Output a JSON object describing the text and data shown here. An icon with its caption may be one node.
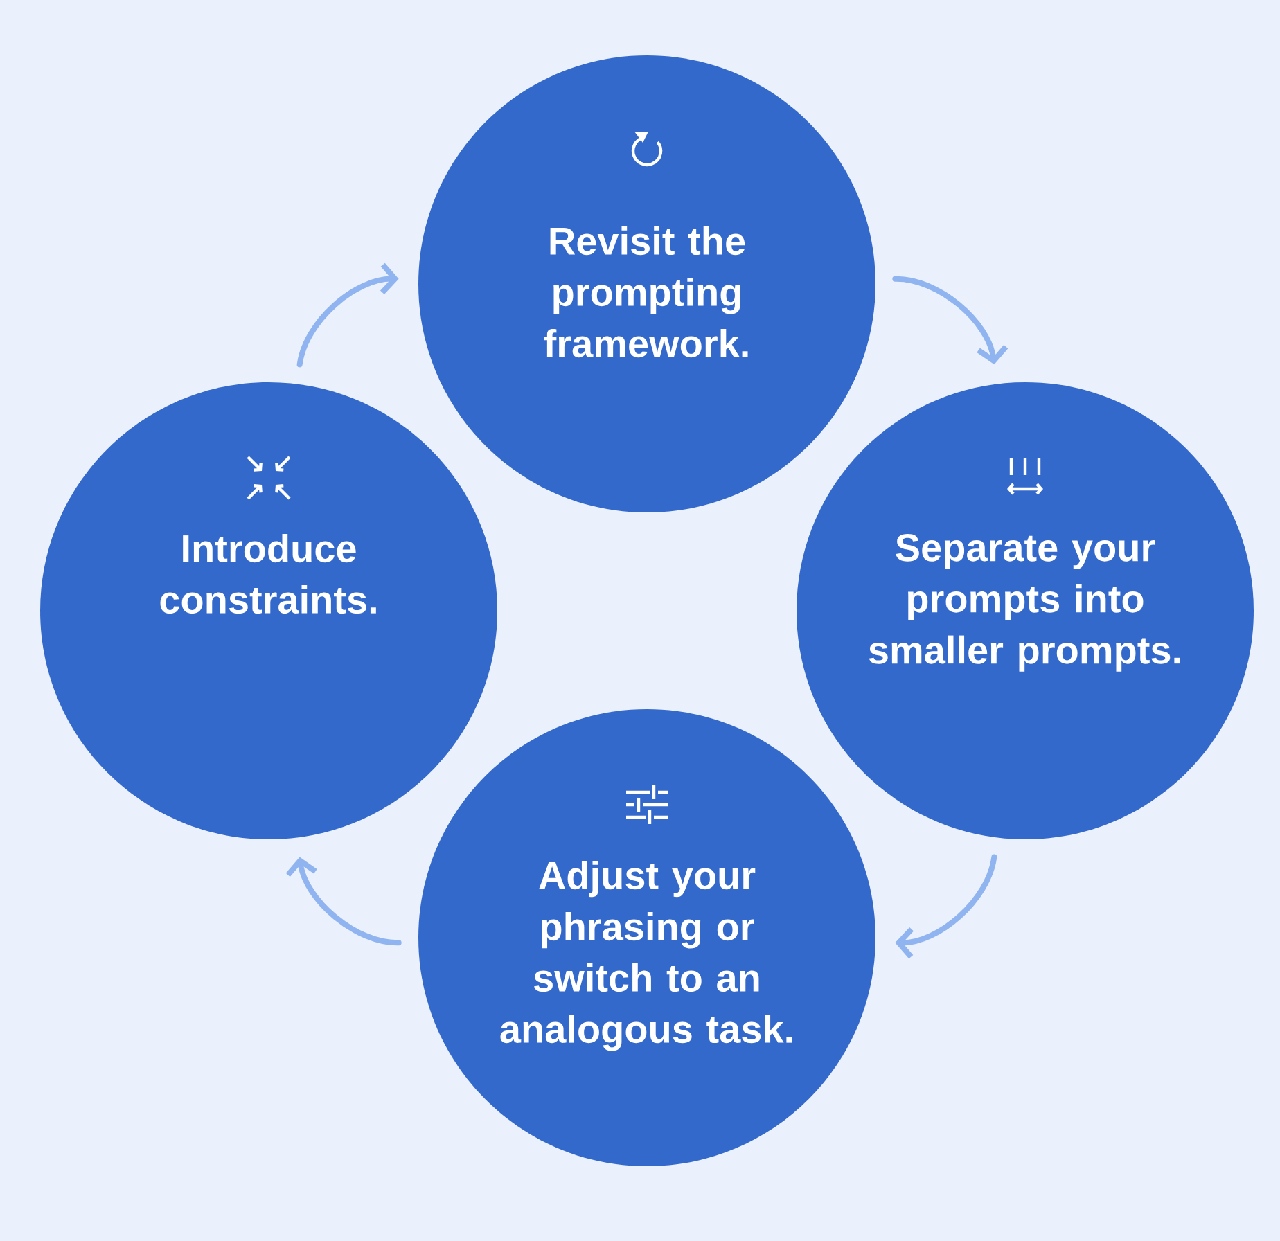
{
  "diagram": {
    "nodes": [
      {
        "text": [
          "Revisit the prompting framework."
        ]
      },
      {
        "text": [
          "Separate your prompts into smaller prompts."
        ]
      },
      {
        "text": [
          "Adjust your phrasing or switch to an analogous task."
        ]
      },
      {
        "text": [
          "Introduce constraints."
        ]
      }
    ],
    "edges": [
      {
        "from": 3,
        "to": 0,
        "arrow": "to"
      },
      {
        "from": 0,
        "to": 1,
        "arrow": "to"
      },
      {
        "from": 1,
        "to": 2,
        "arrow": "to"
      },
      {
        "from": 2,
        "to": 3,
        "arrow": "to"
      }
    ]
  }
}
